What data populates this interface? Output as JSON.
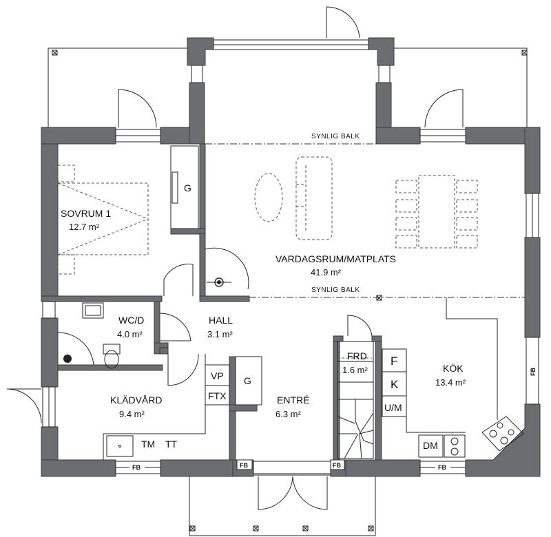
{
  "plan": {
    "rooms": {
      "sovrum": {
        "name": "SOVRUM 1",
        "area": "12.7 m²"
      },
      "vardagsrum": {
        "name": "VARDAGSRUM/MATPLATS",
        "area": "41.9 m²"
      },
      "wcd": {
        "name": "WC/D",
        "area": "4.0 m²"
      },
      "hall": {
        "name": "HALL",
        "area": "3.1 m²"
      },
      "kladvard": {
        "name": "KLÄDVÅRD",
        "area": "9.4 m²"
      },
      "entre": {
        "name": "ENTRÉ",
        "area": "6.3 m²"
      },
      "frd": {
        "name": "FRD",
        "area": "1.6 m²"
      },
      "kok": {
        "name": "KÖK",
        "area": "13.4 m²"
      }
    },
    "beam_labels": {
      "top": "SYNLIG BALK",
      "middle": "SYNLIG BALK"
    },
    "fixtures": {
      "g_bedroom": "G",
      "g_entry": "G",
      "vp": "VP",
      "ftx": "FTX",
      "tm": "TM",
      "tt": "TT",
      "f": "F",
      "k": "K",
      "um": "U/M",
      "dm": "DM"
    },
    "fb_labels": [
      "FB",
      "FB",
      "FB",
      "FB",
      "FB"
    ]
  }
}
